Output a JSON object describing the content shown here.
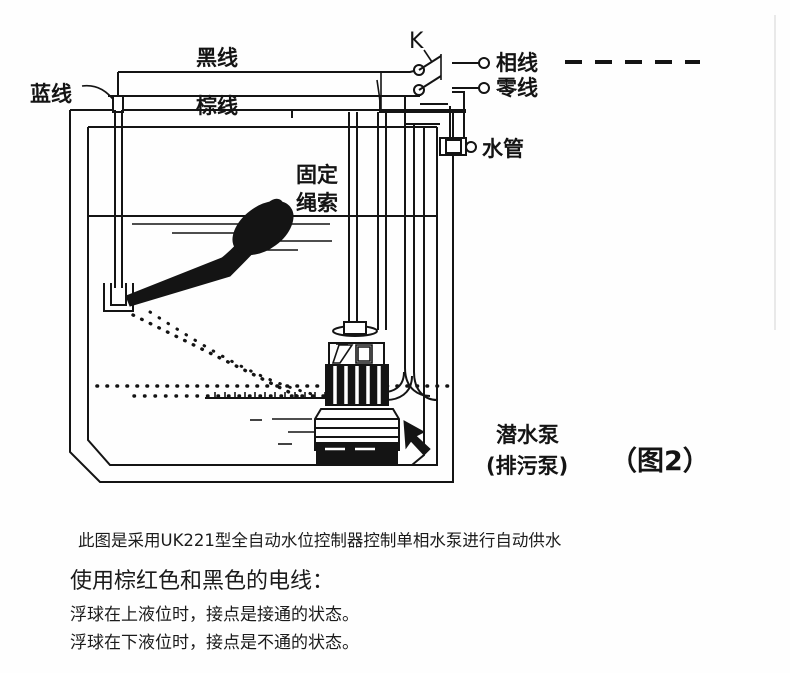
{
  "figure": {
    "title_label": "（图2）",
    "labels": {
      "black_wire": "黑线",
      "blue_wire": "蓝线",
      "brown_wire": "棕线",
      "switch_k": "K",
      "phase_line": "相线",
      "neutral_line": "零线",
      "water_pipe": "水管",
      "fixed_rope_l1": "固定",
      "fixed_rope_l2": "绳索",
      "pump_l1": "潜水泵",
      "pump_l2": "(排污泵)"
    }
  },
  "captions": {
    "line1": "此图是采用UK221型全自动水位控制器控制单相水泵进行自动供水",
    "heading": "使用棕红色和黑色的电线：",
    "line2": "浮球在上液位时，接点是接通的状态。",
    "line3": "浮球在下液位时，接点是不通的状态。"
  },
  "colors": {
    "ink": "#141414",
    "background": "#fefefe",
    "page_edge": "#e6e6e6"
  }
}
